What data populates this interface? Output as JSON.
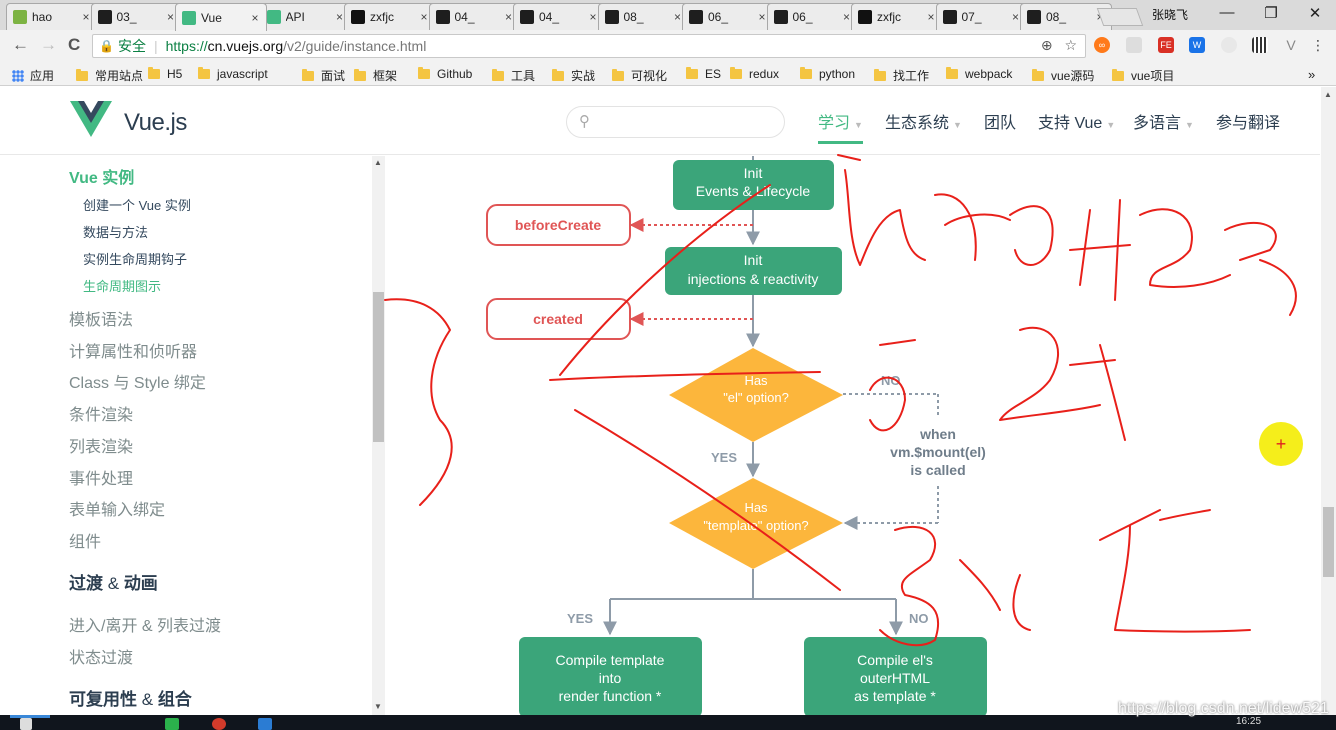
{
  "browser": {
    "tabs": [
      {
        "title": "hao",
        "icon": "hao123-icon",
        "color": "#7cb342"
      },
      {
        "title": "03_",
        "icon": "webstorm-icon",
        "color": "#1e1e1e"
      },
      {
        "title": "Vue",
        "icon": "vue-icon",
        "color": "#42b983",
        "active": true
      },
      {
        "title": "API",
        "icon": "vue-icon",
        "color": "#42b983"
      },
      {
        "title": "zxfjc",
        "icon": "github-icon",
        "color": "#111111"
      },
      {
        "title": "04_",
        "icon": "webstorm-icon",
        "color": "#1e1e1e"
      },
      {
        "title": "04_",
        "icon": "webstorm-icon",
        "color": "#1e1e1e"
      },
      {
        "title": "08_",
        "icon": "webstorm-icon",
        "color": "#1e1e1e"
      },
      {
        "title": "06_",
        "icon": "webstorm-icon",
        "color": "#1e1e1e"
      },
      {
        "title": "06_",
        "icon": "webstorm-icon",
        "color": "#1e1e1e"
      },
      {
        "title": "zxfjc",
        "icon": "github-icon",
        "color": "#111111"
      },
      {
        "title": "07_",
        "icon": "webstorm-icon",
        "color": "#1e1e1e"
      },
      {
        "title": "08_",
        "icon": "webstorm-icon",
        "color": "#1e1e1e"
      }
    ],
    "tab_close_glyph": "×",
    "user": "张晓飞",
    "window_controls": {
      "minimize": "—",
      "restore": "❐",
      "close": "✕"
    },
    "nav": {
      "back": "←",
      "forward": "→",
      "reload": "C"
    },
    "address": {
      "secure_label": "安全",
      "protocol": "https://",
      "host": "cn.vuejs.org",
      "path": "/v2/guide/instance.html"
    },
    "bookmarks": {
      "apps_label": "应用",
      "items": [
        "常用站点",
        "H5",
        "javascript",
        "面试",
        "框架",
        "Github",
        "工具",
        "实战",
        "可视化",
        "ES",
        "redux",
        "python",
        "找工作",
        "webpack",
        "vue源码",
        "vue项目"
      ],
      "overflow": "»"
    }
  },
  "site": {
    "logo_text": "Vue.js",
    "nav": [
      {
        "label": "学习",
        "dropdown": true,
        "active": true
      },
      {
        "label": "生态系统",
        "dropdown": true
      },
      {
        "label": "团队",
        "dropdown": false
      },
      {
        "label": "支持 Vue",
        "dropdown": true
      },
      {
        "label": "多语言",
        "dropdown": true
      },
      {
        "label": "参与翻译",
        "dropdown": false
      }
    ],
    "accent": "#42b983"
  },
  "sidebar": {
    "section_title": "Vue 实例",
    "subitems": [
      "创建一个 Vue 实例",
      "数据与方法",
      "实例生命周期钩子",
      "生命周期图示"
    ],
    "active_subitem": "生命周期图示",
    "links": [
      "模板语法",
      "计算属性和侦听器",
      "Class 与 Style 绑定",
      "条件渲染",
      "列表渲染",
      "事件处理",
      "表单输入绑定",
      "组件"
    ],
    "group1": {
      "a": "过渡",
      "amp": "&",
      "b": "动画"
    },
    "group1_links": [
      "进入/离开 & 列表过渡",
      "状态过渡"
    ],
    "group2": {
      "a": "可复用性",
      "amp": "&",
      "b": "组合"
    }
  },
  "diagram": {
    "init_events": [
      "Init",
      "Events & Lifecycle"
    ],
    "before_create": "beforeCreate",
    "init_injections": [
      "Init",
      "injections & reactivity"
    ],
    "created": "created",
    "has_el": [
      "Has",
      "\"el\" option?"
    ],
    "no_label_1": "NO",
    "when_mount": [
      "when",
      "vm.$mount(el)",
      "is called"
    ],
    "yes_label_1": "YES",
    "has_template": [
      "Has",
      "\"template\" option?"
    ],
    "yes_label_2": "YES",
    "no_label_2": "NO",
    "compile_template": [
      "Compile template",
      "into",
      "render function *"
    ],
    "compile_el": [
      "Compile el's",
      "outerHTML",
      "as template *"
    ]
  },
  "taskbar": {
    "clock": "16:25"
  },
  "watermark": "https://blog.csdn.net/lidew521",
  "cursor_glyph": "+"
}
